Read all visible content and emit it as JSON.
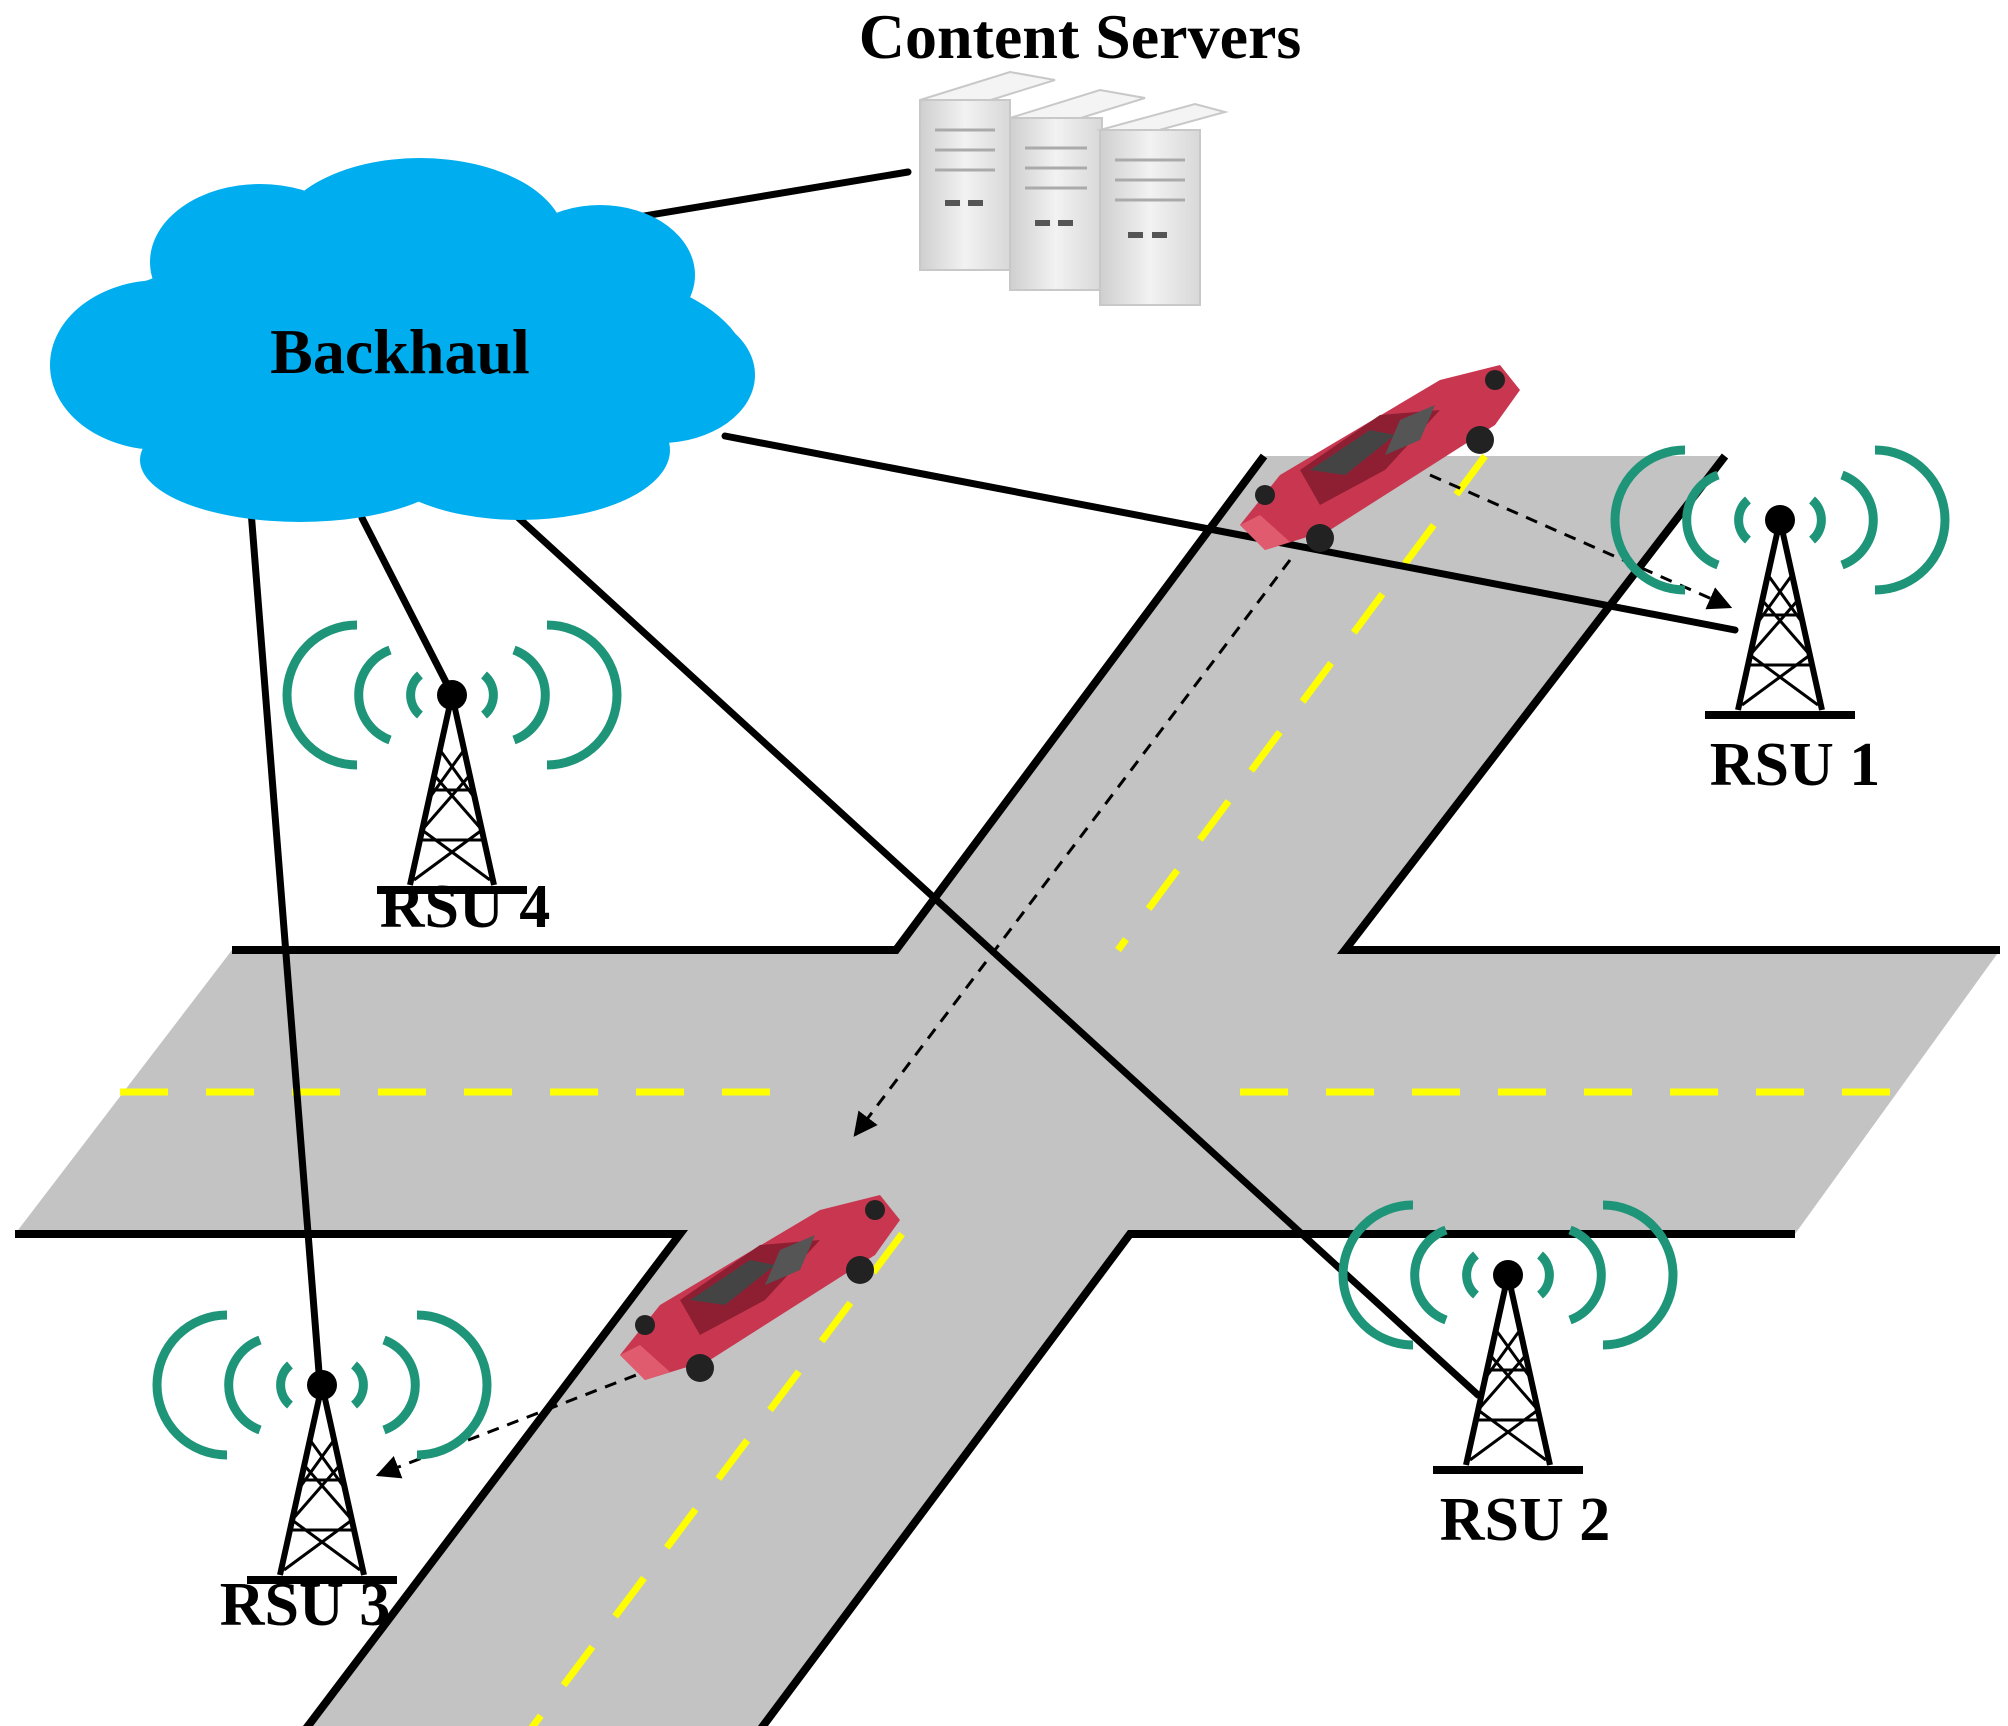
{
  "labels": {
    "content_servers": "Content Servers",
    "backhaul": "Backhaul",
    "rsu1": "RSU 1",
    "rsu2": "RSU 2",
    "rsu3": "RSU 3",
    "rsu4": "RSU 4"
  },
  "colors": {
    "cloud": "#00AEEF",
    "road": "#C3C3C3",
    "road_edge": "#000000",
    "lane_marking": "#FFFF00",
    "car_body": "#C8374F",
    "car_glass": "#444444",
    "signal_waves": "#1E9478",
    "server_body": "#E6E6E6"
  },
  "icons": {
    "servers": "server-rack-icon",
    "cloud": "cloud-icon",
    "rsu": "radio-tower-icon",
    "vehicle": "car-icon"
  }
}
